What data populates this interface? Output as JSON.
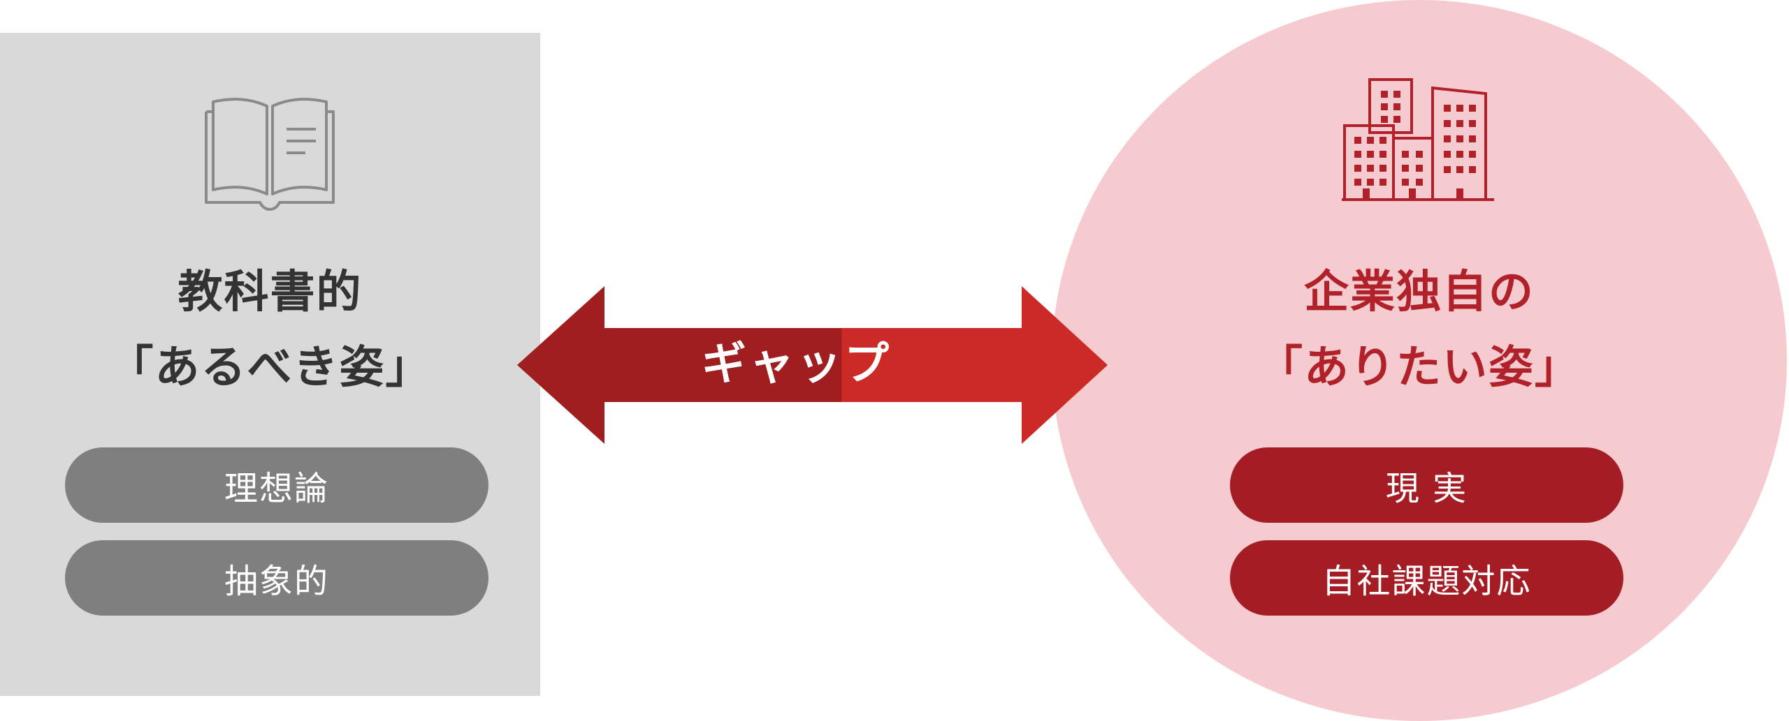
{
  "left": {
    "title_line1": "教科書的",
    "title_line2": "「あるべき姿」",
    "items": [
      "理想論",
      "抽象的"
    ],
    "icon": "open-book-icon",
    "panel_color": "#d9d9d9",
    "pill_color": "#7f7f7f"
  },
  "center": {
    "label": "ギャップ",
    "icon": "double-arrow",
    "color_dark": "#a01e20",
    "color_light": "#cc2a26"
  },
  "right": {
    "title_line1": "企業独自の",
    "title_line2": "「ありたい姿」",
    "items": [
      "現 実",
      "自社課題対応"
    ],
    "icon": "buildings-icon",
    "circle_color": "#f5cbcf",
    "pill_color": "#a51d24",
    "accent_color": "#b0212a"
  }
}
